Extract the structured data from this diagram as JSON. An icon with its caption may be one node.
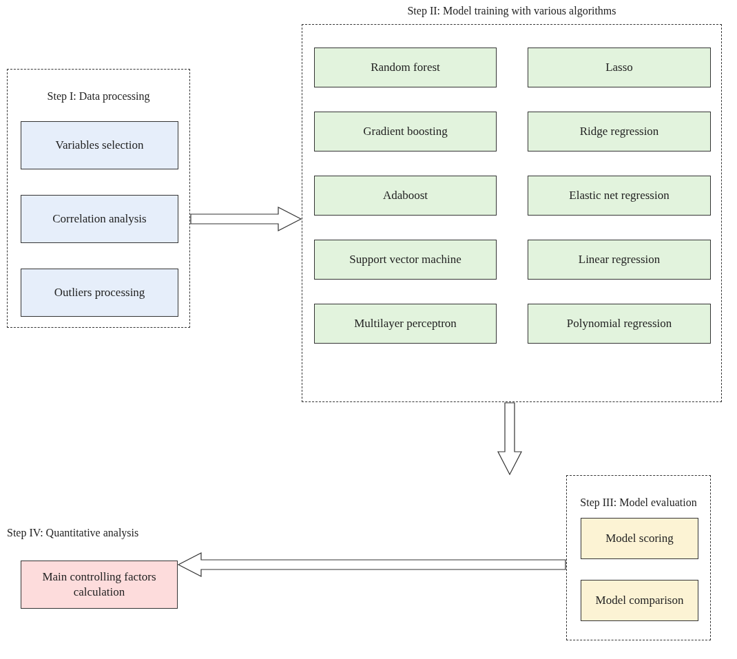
{
  "diagram": {
    "nodes": [
      {
        "text": [
          "Step I: Data processing"
        ]
      },
      {
        "text": [
          "Variables selection"
        ],
        "in": 0
      },
      {
        "text": [
          "Correlation analysis"
        ],
        "in": 0
      },
      {
        "text": [
          "Outliers processing"
        ],
        "in": 0
      },
      {
        "text": [
          "Step II: Model training with various algorithms"
        ]
      },
      {
        "text": [
          "Random forest"
        ],
        "in": 4
      },
      {
        "text": [
          "Lasso"
        ],
        "in": 4
      },
      {
        "text": [
          "Gradient boosting"
        ],
        "in": 4
      },
      {
        "text": [
          "Ridge regression"
        ],
        "in": 4
      },
      {
        "text": [
          "Adaboost"
        ],
        "in": 4
      },
      {
        "text": [
          "Elastic net regression"
        ],
        "in": 4
      },
      {
        "text": [
          "Support vector machine"
        ],
        "in": 4
      },
      {
        "text": [
          "Linear regression"
        ],
        "in": 4
      },
      {
        "text": [
          "Multilayer perceptron"
        ],
        "in": 4
      },
      {
        "text": [
          "Polynomial regression"
        ],
        "in": 4
      },
      {
        "text": [
          "Step III: Model evaluation"
        ]
      },
      {
        "text": [
          "Model scoring"
        ],
        "in": 15
      },
      {
        "text": [
          "Model comparison"
        ],
        "in": 15
      },
      {
        "text": [
          "Main controlling factors calculation"
        ]
      }
    ],
    "edges": [
      {
        "from": 0,
        "to": 4,
        "arrow": "to"
      },
      {
        "from": 4,
        "to": 15,
        "arrow": "to"
      },
      {
        "from": 15,
        "to": 18,
        "arrow": "to"
      }
    ],
    "labels": [
      "Step IV: Quantitative analysis"
    ]
  }
}
